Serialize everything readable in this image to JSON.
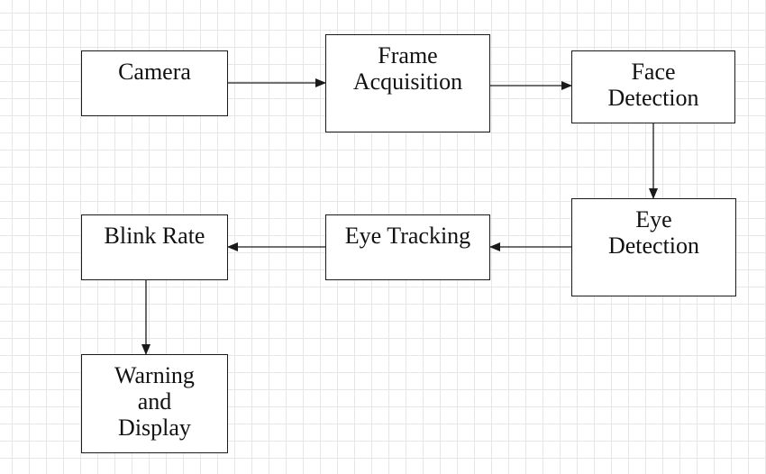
{
  "nodes": {
    "camera": "Camera",
    "frame_acquisition": "Frame\nAcquisition",
    "face_detection": "Face\nDetection",
    "eye_detection": "Eye\nDetection",
    "eye_tracking": "Eye Tracking",
    "blink_rate": "Blink Rate",
    "warning_display": "Warning\nand\nDisplay"
  },
  "edges": [
    {
      "from": "camera",
      "to": "frame_acquisition"
    },
    {
      "from": "frame_acquisition",
      "to": "face_detection"
    },
    {
      "from": "face_detection",
      "to": "eye_detection"
    },
    {
      "from": "eye_detection",
      "to": "eye_tracking"
    },
    {
      "from": "eye_tracking",
      "to": "blink_rate"
    },
    {
      "from": "blink_rate",
      "to": "warning_display"
    }
  ],
  "colors": {
    "line": "#1a1a1a",
    "grid": "#e6e6e6"
  }
}
